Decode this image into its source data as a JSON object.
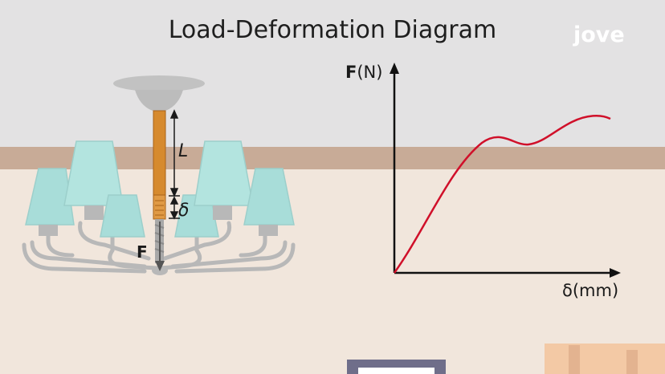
{
  "header": {
    "title": "Load-Deformation Diagram",
    "logo_text": "jove"
  },
  "diagram": {
    "rod_length_label": "L",
    "elongation_label": "δ",
    "force_label": "F"
  },
  "chart_data": {
    "type": "line",
    "title": "Load-Deformation Diagram",
    "xlabel": "δ(mm)",
    "ylabel_bold": "F",
    "ylabel_rest": "(N)",
    "grid": false,
    "series": [
      {
        "values": []
      }
    ]
  },
  "colors": {
    "wall": "#e3e2e3",
    "trim": "#c8ab97",
    "floor": "#f1e6dc",
    "rod": "#d68a2e",
    "lampshade": "#a8ddd9",
    "curve": "#d0102a"
  }
}
